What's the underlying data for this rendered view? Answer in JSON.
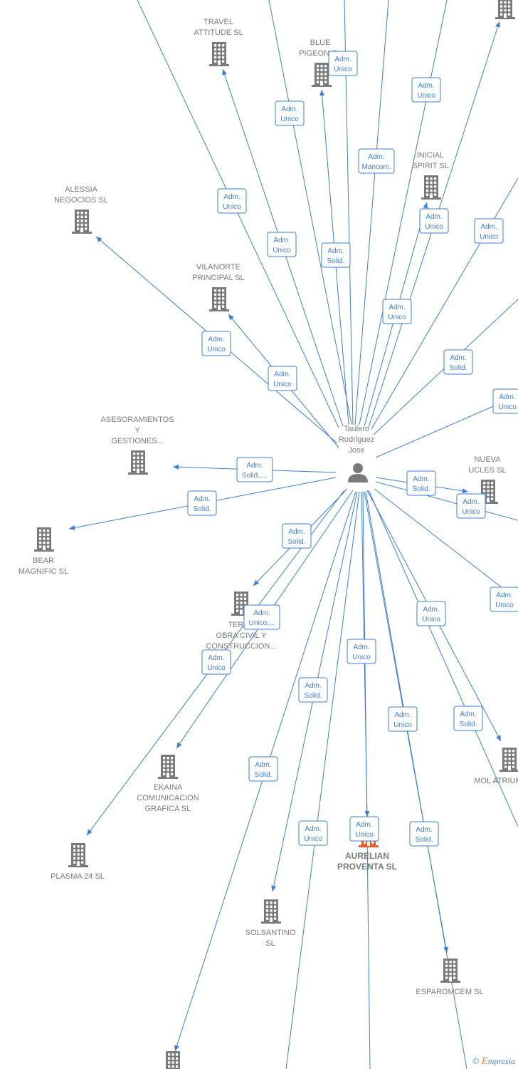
{
  "center": {
    "name_lines": [
      "Taulero",
      "Rodriguez",
      "Jose"
    ],
    "icon": "person-icon"
  },
  "companies": [
    {
      "id": "travel-attitude",
      "lines": [
        "TRAVEL",
        "ATTITUDE  SL"
      ]
    },
    {
      "id": "blue-pigeon",
      "lines": [
        "BLUE",
        "PIGEON  SL"
      ]
    },
    {
      "id": "top-right",
      "lines": []
    },
    {
      "id": "inicial-spirit",
      "lines": [
        "INICIAL",
        "SPIRIT  SL"
      ]
    },
    {
      "id": "alessia",
      "lines": [
        "ALESSIA",
        "NEGOCIOS  SL"
      ]
    },
    {
      "id": "vilanorte",
      "lines": [
        "VILANORTE",
        "PRINCIPAL  SL"
      ]
    },
    {
      "id": "asesoramientos",
      "lines": [
        "ASESORAMIENTOS",
        "Y",
        "GESTIONES..."
      ]
    },
    {
      "id": "nueva-ucles",
      "lines": [
        "NUEVA",
        "UCLES  SL"
      ]
    },
    {
      "id": "bear-magnific",
      "lines": [
        "BEAR",
        "MAGNIFIC  SL"
      ]
    },
    {
      "id": "terre",
      "lines": [
        "TERRE",
        "OBRA CIVIL Y",
        "CONSTRUCCION..."
      ]
    },
    {
      "id": "ekaina",
      "lines": [
        "EKAINA",
        "COMUNICACION",
        "GRAFICA  SL"
      ]
    },
    {
      "id": "plasma",
      "lines": [
        "PLASMA 24 SL"
      ]
    },
    {
      "id": "mol-atrium",
      "lines": [
        "MOL ATRIUM"
      ]
    },
    {
      "id": "aurelian",
      "lines": [
        "AURELIAN",
        "PROVENTA  SL"
      ],
      "highlight": true
    },
    {
      "id": "solsantino",
      "lines": [
        "SOLSANTINO",
        "SL"
      ]
    },
    {
      "id": "esparomcem",
      "lines": [
        "ESPAROMCEM SL"
      ]
    },
    {
      "id": "bottom",
      "lines": []
    }
  ],
  "roles": [
    [
      "Adm.",
      "Unico"
    ],
    [
      "Adm.",
      "Unico"
    ],
    [
      "Adm.",
      "Unico"
    ],
    [
      "Adm.",
      "Mancom."
    ],
    [
      "Adm.",
      "Unico"
    ],
    [
      "Adm.",
      "Unico"
    ],
    [
      "Adm.",
      "Unico"
    ],
    [
      "Adm.",
      "Solid."
    ],
    [
      "Adm.",
      "Unico"
    ],
    [
      "Adm.",
      "Unico"
    ],
    [
      "Adm.",
      "Unico"
    ],
    [
      "Adm.",
      "Solid."
    ],
    [
      "Adm.",
      "Unico"
    ],
    [
      "Adm.",
      "Unico"
    ],
    [
      "Adm.",
      "Solid.,..."
    ],
    [
      "Adm.",
      "Solid."
    ],
    [
      "Adm.",
      "Solid."
    ],
    [
      "Adm.",
      "Unico"
    ],
    [
      "Adm.",
      "Solid."
    ],
    [
      "Adm.",
      "Unico,..."
    ],
    [
      "Adm.",
      "Unico"
    ],
    [
      "Adm.",
      "Unico"
    ],
    [
      "Adm.",
      "Unico"
    ],
    [
      "Adm.",
      "Solid."
    ],
    [
      "Adm.",
      "Unico"
    ],
    [
      "Adm.",
      "Solid."
    ],
    [
      "Adm.",
      "Solid."
    ],
    [
      "Adm.",
      "Unico"
    ],
    [
      "Adm.",
      "Unico"
    ],
    [
      "Adm.",
      "Solid."
    ]
  ],
  "footer": {
    "copyright": "©",
    "brand_initial": "E",
    "brand_rest": "mpresia"
  },
  "colors": {
    "edge": "#3c7fd6",
    "icon": "#7a7a7a",
    "highlight": "#f05a28"
  }
}
